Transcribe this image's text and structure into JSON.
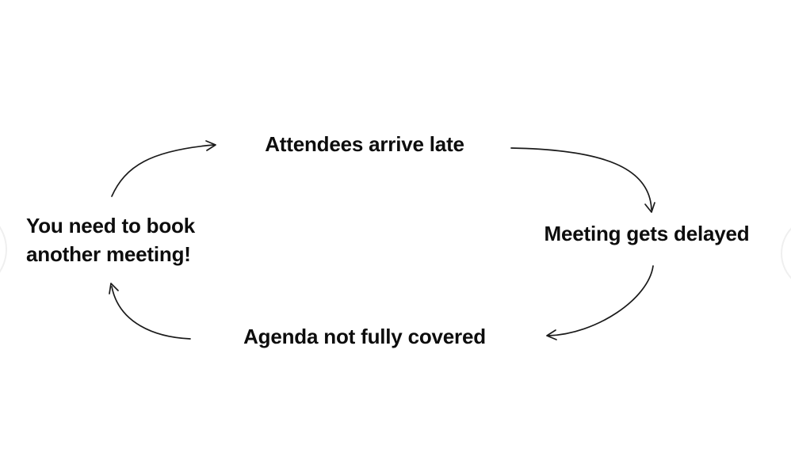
{
  "diagram": {
    "title": "meeting-delay-cycle",
    "colors": {
      "background": "#ffffff",
      "text": "#0d0d0d",
      "arrow": "#1a1a1a",
      "faint_circle": "#efefef"
    },
    "nodes": [
      {
        "id": "attendees",
        "label": "Attendees arrive late"
      },
      {
        "id": "delayed",
        "label": "Meeting gets delayed"
      },
      {
        "id": "agenda",
        "label": "Agenda not fully covered"
      },
      {
        "id": "book",
        "label": "You need to book\nanother meeting!"
      }
    ],
    "edges": [
      {
        "from": "book",
        "to": "attendees"
      },
      {
        "from": "attendees",
        "to": "delayed"
      },
      {
        "from": "delayed",
        "to": "agenda"
      },
      {
        "from": "agenda",
        "to": "book"
      }
    ]
  }
}
